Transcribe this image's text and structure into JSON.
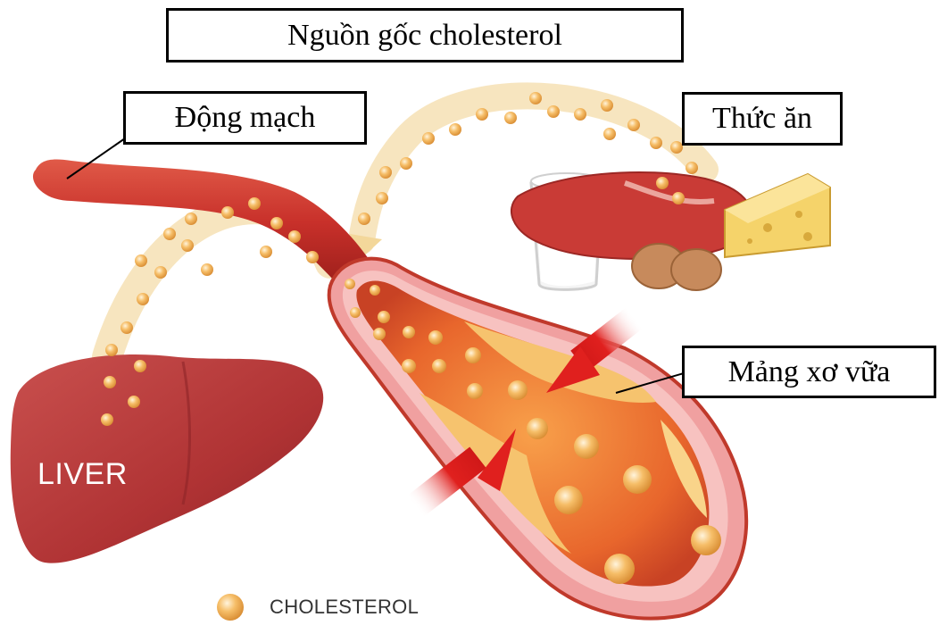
{
  "title": "Nguồn gốc cholesterol",
  "labels": {
    "artery": "Động mạch",
    "food": "Thức ăn",
    "plaque": "Mảng xơ vữa"
  },
  "liver_label": "LIVER",
  "legend": {
    "label": "CHOLESTEROL",
    "icon": "cholesterol-dot-icon"
  },
  "colors": {
    "artery": "#c8302a",
    "liver": "#b5383a",
    "cholesterol": "#f3b65a",
    "plaque": "#f6c36e",
    "arrow": "#e0201e",
    "flow_path": "#f6e0b4"
  }
}
